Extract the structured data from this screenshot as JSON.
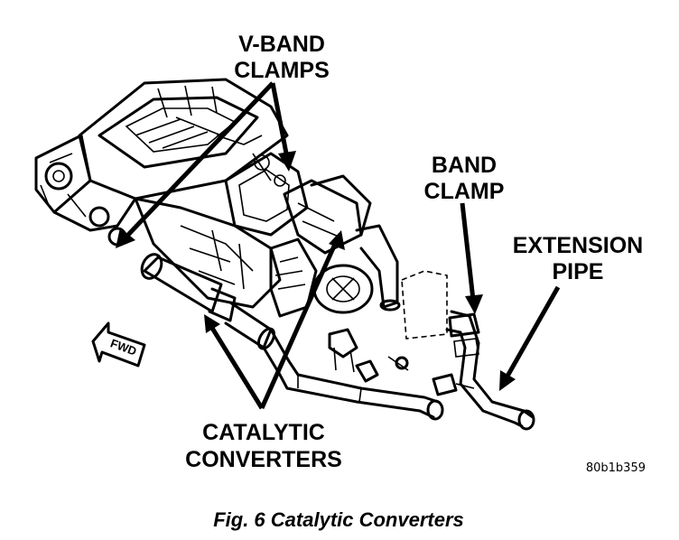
{
  "labels": {
    "v_band_line1": "V-BAND",
    "v_band_line2": "CLAMPS",
    "band_clamp_line1": "BAND",
    "band_clamp_line2": "CLAMP",
    "extension_line1": "EXTENSION",
    "extension_line2": "PIPE",
    "catalytic_line1": "CATALYTIC",
    "catalytic_line2": "CONVERTERS",
    "fwd": "FWD",
    "figure_id": "80b1b359"
  },
  "caption": "Fig. 6 Catalytic Converters",
  "colors": {
    "ink": "#000000",
    "paper": "#ffffff"
  }
}
